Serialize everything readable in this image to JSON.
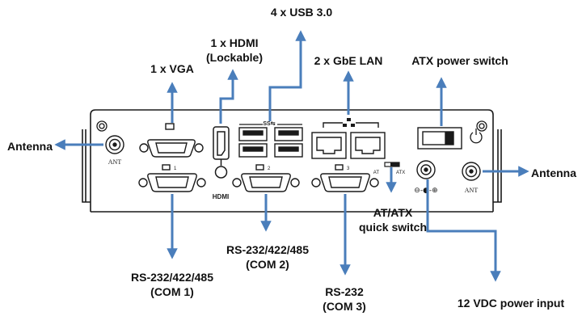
{
  "labels": {
    "usb": "4 x USB 3.0",
    "hdmi_line1": "1 x HDMI",
    "hdmi_line2": "(Lockable)",
    "vga": "1 x VGA",
    "lan": "2 x GbE LAN",
    "atx_switch": "ATX power switch",
    "antenna_left": "Antenna",
    "antenna_right": "Antenna",
    "com1_line1": "RS-232/422/485",
    "com1_line2": "(COM 1)",
    "com2_line1": "RS-232/422/485",
    "com2_line2": "(COM 2)",
    "com3_line1": "RS-232",
    "com3_line2": "(COM 3)",
    "at_atx_line1": "AT/ATX",
    "at_atx_line2": "quick switch",
    "power_input": "12 VDC power input"
  },
  "panel_marks": {
    "ant_left": "ANT",
    "ant_right": "ANT",
    "hdmi": "HDMI",
    "at_mark": "AT",
    "atx_mark": "ATX",
    "dc_polarity": "⊖-●-⊕",
    "com_index_1": "1",
    "com_index_2": "2",
    "com_index_3": "3",
    "ss_mark": "SS⇆"
  },
  "colors": {
    "arrow": "#4a7ebb",
    "label_text": "#111111",
    "panel_line": "#1a1a1a"
  }
}
